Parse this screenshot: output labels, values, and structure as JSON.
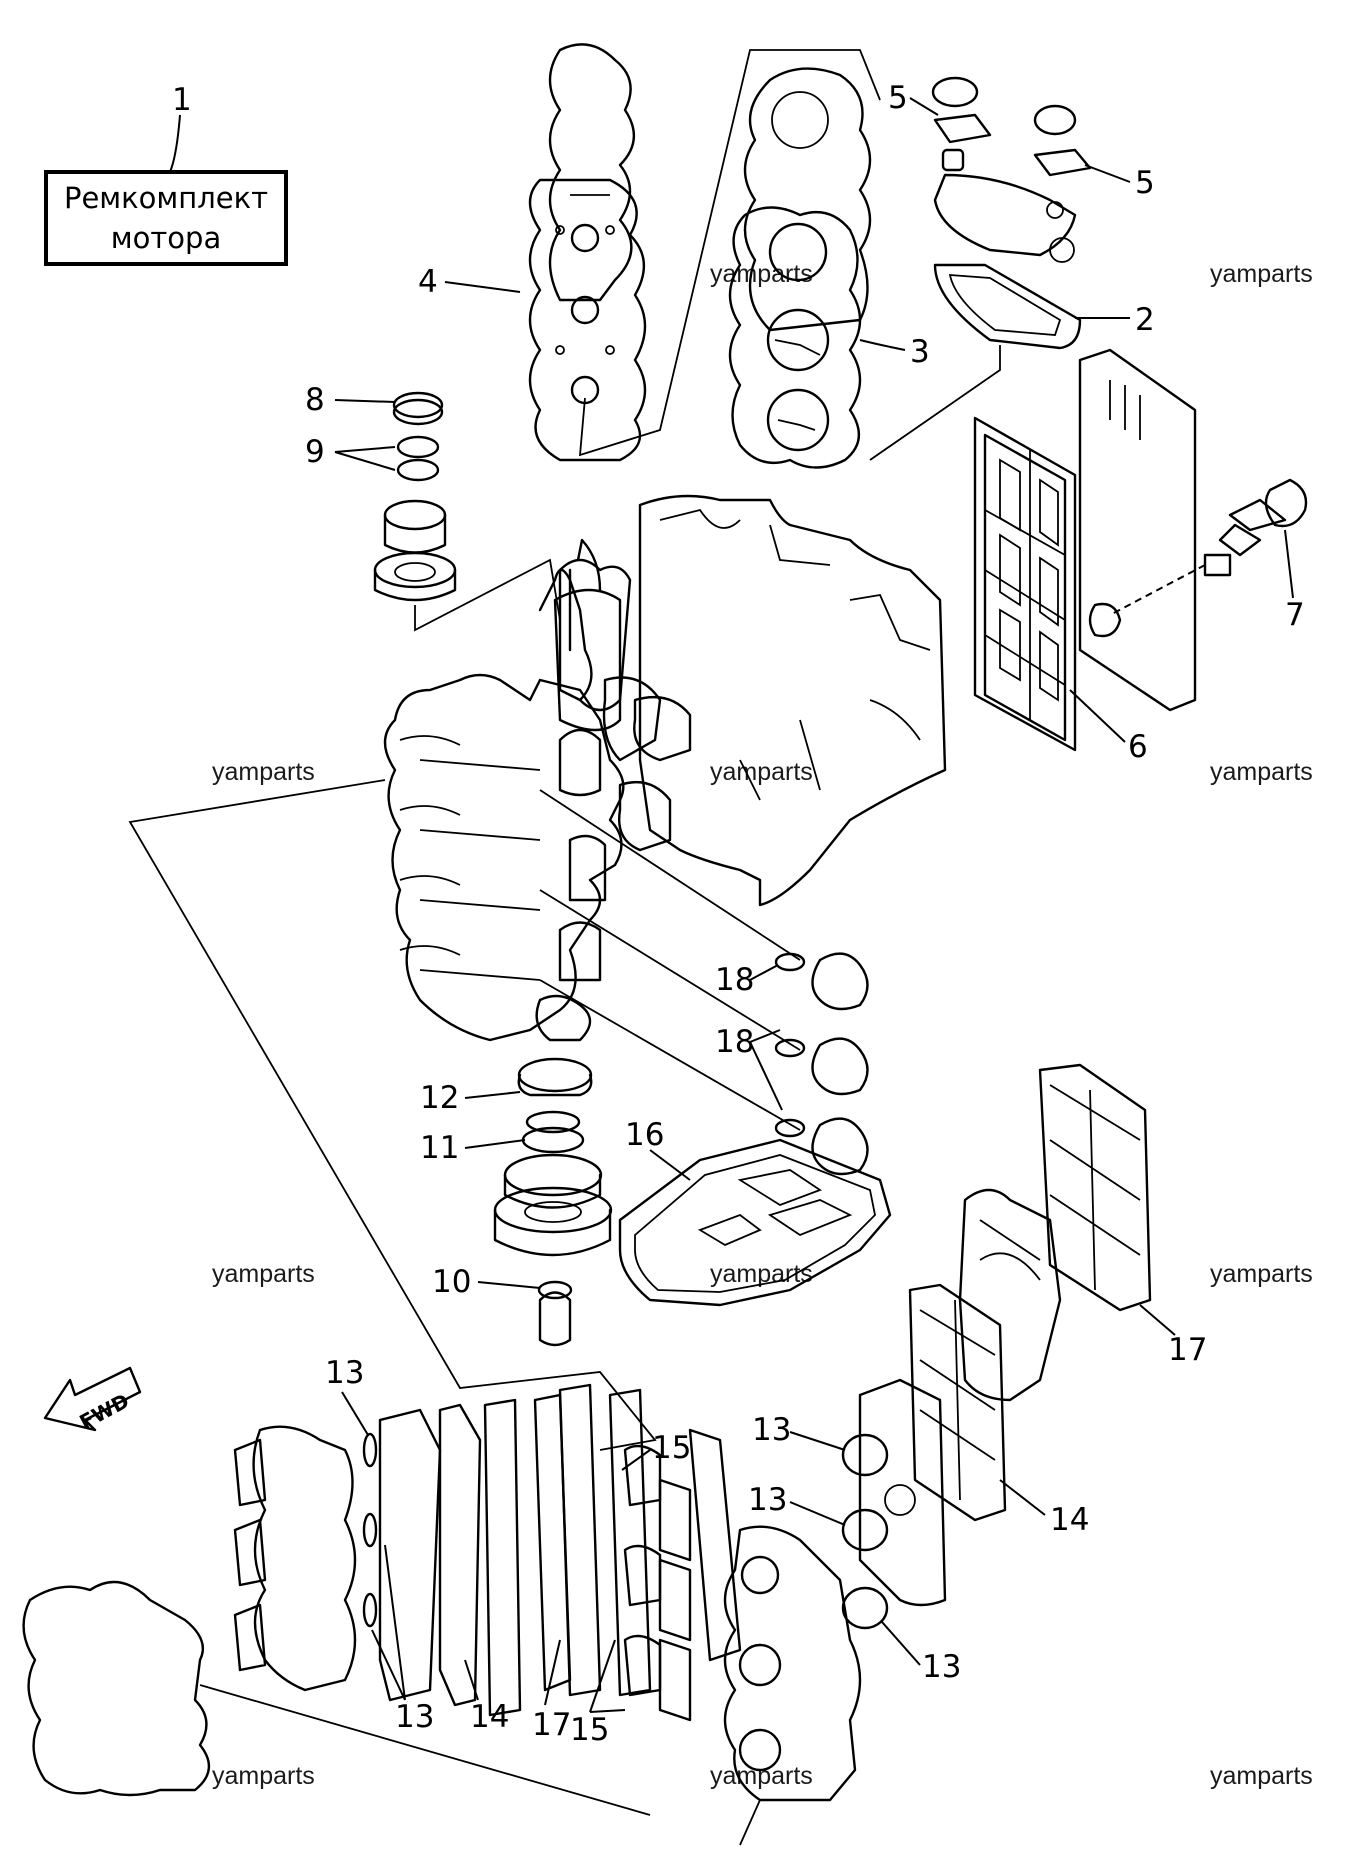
{
  "kit_box": {
    "line1": "Ремкомплект",
    "line2": "мотора"
  },
  "watermark": "yamparts",
  "fwd_label": "FWD",
  "callouts": [
    "1",
    "2",
    "3",
    "4",
    "5",
    "5",
    "6",
    "7",
    "8",
    "9",
    "10",
    "11",
    "12",
    "13",
    "13",
    "13",
    "13",
    "13",
    "14",
    "14",
    "15",
    "15",
    "16",
    "17",
    "17",
    "18",
    "18"
  ]
}
